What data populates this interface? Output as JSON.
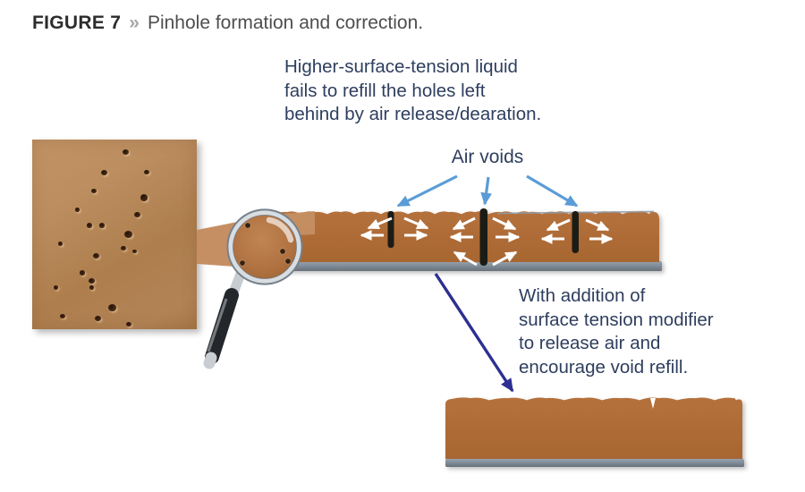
{
  "figure": {
    "label": "FIGURE 7",
    "separator": "»",
    "caption": "Pinhole formation and correction."
  },
  "annotations": {
    "top_note": {
      "lines": [
        "Higher-surface-tension liquid",
        "fails to refill the holes left",
        "behind by air release/dearation."
      ]
    },
    "air_voids_label": "Air voids",
    "bottom_note": {
      "lines": [
        "With addition of",
        "surface tension modifier",
        "to release air and",
        "encourage void refill."
      ]
    }
  },
  "photo": {
    "description": "pinholed coating surface photo",
    "pinholes": [
      [
        55,
        5,
        7
      ],
      [
        42,
        16,
        7
      ],
      [
        68,
        16,
        6
      ],
      [
        36,
        26,
        6
      ],
      [
        66,
        29,
        8
      ],
      [
        26,
        36,
        5
      ],
      [
        62,
        38,
        7
      ],
      [
        33,
        44,
        6
      ],
      [
        41,
        44,
        6
      ],
      [
        56,
        48,
        9
      ],
      [
        16,
        54,
        5
      ],
      [
        54,
        56,
        6
      ],
      [
        61,
        58,
        5
      ],
      [
        37,
        60,
        7
      ],
      [
        29,
        69,
        6
      ],
      [
        34,
        73,
        7
      ],
      [
        13,
        77,
        5
      ],
      [
        35,
        77,
        5
      ],
      [
        46,
        87,
        9
      ],
      [
        17,
        92,
        6
      ],
      [
        38,
        93,
        7
      ],
      [
        57,
        96,
        6
      ]
    ]
  },
  "lens": {
    "pinholes": [
      [
        277,
        252
      ],
      [
        316,
        281
      ],
      [
        271,
        294
      ],
      [
        322,
        292
      ]
    ]
  },
  "colors": {
    "coating_brown": "#b06d38",
    "coating_brown_dark": "#a26330",
    "beam_tan": "#c58f63",
    "substrate_gray": "#8b98a3",
    "substrate_gray_dark": "#6b7681",
    "void_black": "#1d1b19",
    "text_navy": "#2e3e5e",
    "air_arrow_blue": "#5b9cd6",
    "correction_arrow_navy": "#2d2f92",
    "flow_arrow_white": "#ffffff"
  }
}
